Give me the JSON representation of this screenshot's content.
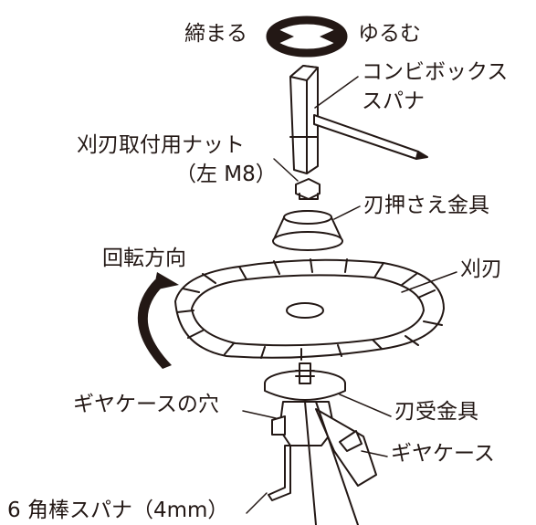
{
  "labels": {
    "tighten": "締まる",
    "loosen": "ゆるむ",
    "combi_box_spanner_line1": "コンビボックス",
    "combi_box_spanner_line2": "スパナ",
    "blade_nut_line1": "刈刃取付用ナット",
    "blade_nut_line2": "（左 M8）",
    "blade_holder": "刃押さえ金具",
    "rotation_direction": "回転方向",
    "blade": "刈刃",
    "gear_case_hole": "ギヤケースの穴",
    "blade_receiver": "刃受金具",
    "gear_case": "ギヤケース",
    "hex_wrench": "6 角棒スパナ（4mm）"
  },
  "colors": {
    "ink": "#231815",
    "fill_light": "#ffffff",
    "fill_dark": "#231815"
  }
}
